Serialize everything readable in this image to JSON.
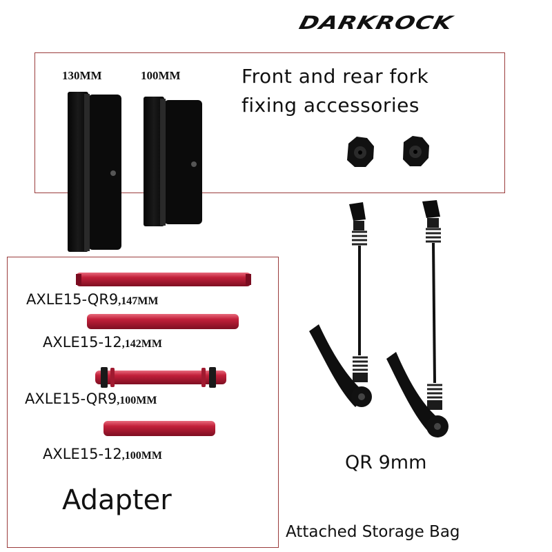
{
  "brand": {
    "name": "DARKROCK"
  },
  "fork_plates": {
    "left_label": "130MM",
    "right_label": "100MM"
  },
  "headline": {
    "line1": "Front and rear fork",
    "line2": "fixing accessories"
  },
  "axles": [
    {
      "code": "AXLE15-QR9",
      "size": ",147MM"
    },
    {
      "code": "AXLE15-12",
      "size": ",142MM"
    },
    {
      "code": "AXLE15-QR9",
      "size": ",100MM"
    },
    {
      "code": "AXLE15-12",
      "size": ",100MM"
    }
  ],
  "adapter_title": "Adapter",
  "qr_label": "QR 9mm",
  "bag_label": "Attached Storage Bag",
  "colors": {
    "box_border": "#9a3b3b",
    "axle_red": "#c2203a",
    "part_black": "#0d0d0d"
  }
}
